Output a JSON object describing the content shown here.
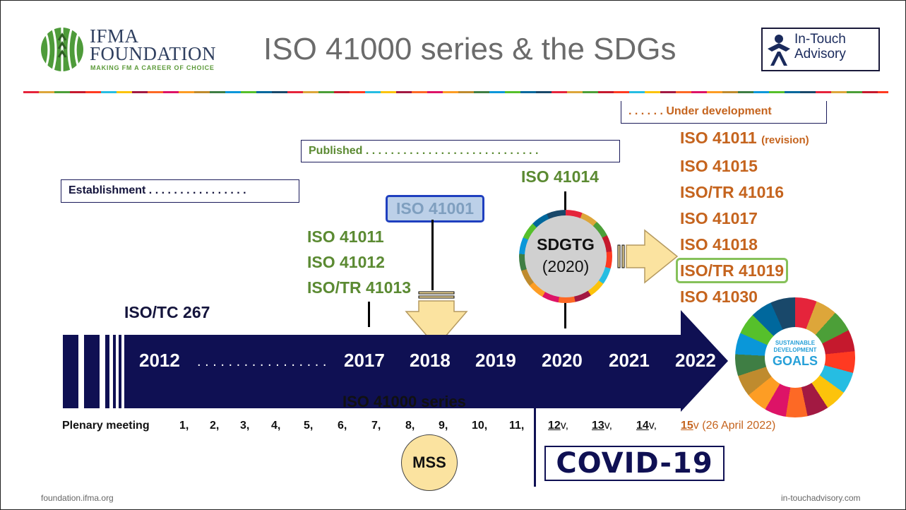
{
  "header": {
    "title": "ISO 41000 series & the SDGs",
    "ifma_logo_line1": "IFMA",
    "ifma_logo_line2": "FOUNDATION",
    "ifma_tagline": "MAKING FM A CAREER OF CHOICE",
    "intouch_line1": "In-Touch",
    "intouch_line2": "Advisory"
  },
  "labels": {
    "establishment": "Establishment . . . . . . . . . . . . . . . .",
    "published": "Published . . . . . . . . . . . . . . . . . . . . . . . . . . . .",
    "under_development": ". . . . . .  Under development",
    "iso_tc": "ISO/TC 267",
    "series": "ISO 41000 series",
    "sdgtg_title": "SDGTG",
    "sdgtg_year": "(2020)",
    "mss": "MSS",
    "covid": "COVID-19",
    "sdg_logo_line1": "SUSTAINABLE",
    "sdg_logo_line2": "DEVELOPMENT",
    "sdg_logo_line3": "GOALS"
  },
  "published_2017": [
    "ISO 41011",
    "ISO 41012",
    "ISO/TR 41013"
  ],
  "published_2018": "ISO 41001",
  "published_2020": "ISO 41014",
  "under_development_items": [
    {
      "code": "ISO 41011",
      "note": "(revision)"
    },
    {
      "code": "ISO 41015",
      "note": ""
    },
    {
      "code": "ISO/TR 41016",
      "note": ""
    },
    {
      "code": "ISO 41017",
      "note": ""
    },
    {
      "code": "ISO 41018",
      "note": ""
    },
    {
      "code": "ISO/TR 41019",
      "note": ""
    },
    {
      "code": "ISO 41030",
      "note": ""
    }
  ],
  "timeline": {
    "start": "2012",
    "dots": ". . . . . . . . . . . . . . . . .",
    "years": [
      "2017",
      "2018",
      "2019",
      "2020",
      "2021",
      "2022"
    ]
  },
  "plenary": {
    "label": "Plenary meeting",
    "meetings": [
      "1,",
      "2,",
      "3,",
      "4,",
      "5,",
      "6,",
      "7,",
      "8,",
      "9,",
      "10,",
      "11,"
    ],
    "virtual": [
      {
        "num": "12",
        "suffix": "v,"
      },
      {
        "num": "13",
        "suffix": "v,"
      },
      {
        "num": "14",
        "suffix": "v,"
      },
      {
        "num": "15",
        "suffix": "v"
      }
    ],
    "last_date": "(26 April 2022)"
  },
  "footer": {
    "left": "foundation.ifma.org",
    "right": "in-touchadvisory.com"
  },
  "colors": {
    "navy": "#0f1053",
    "green": "#5b8a32",
    "orange": "#c5641e",
    "highlight_blue": "#1f3fbf",
    "highlight_green": "#86c15a",
    "sdgtg_gray": "#d0d0d0",
    "arrow_yellow": "#fbe3a0"
  }
}
